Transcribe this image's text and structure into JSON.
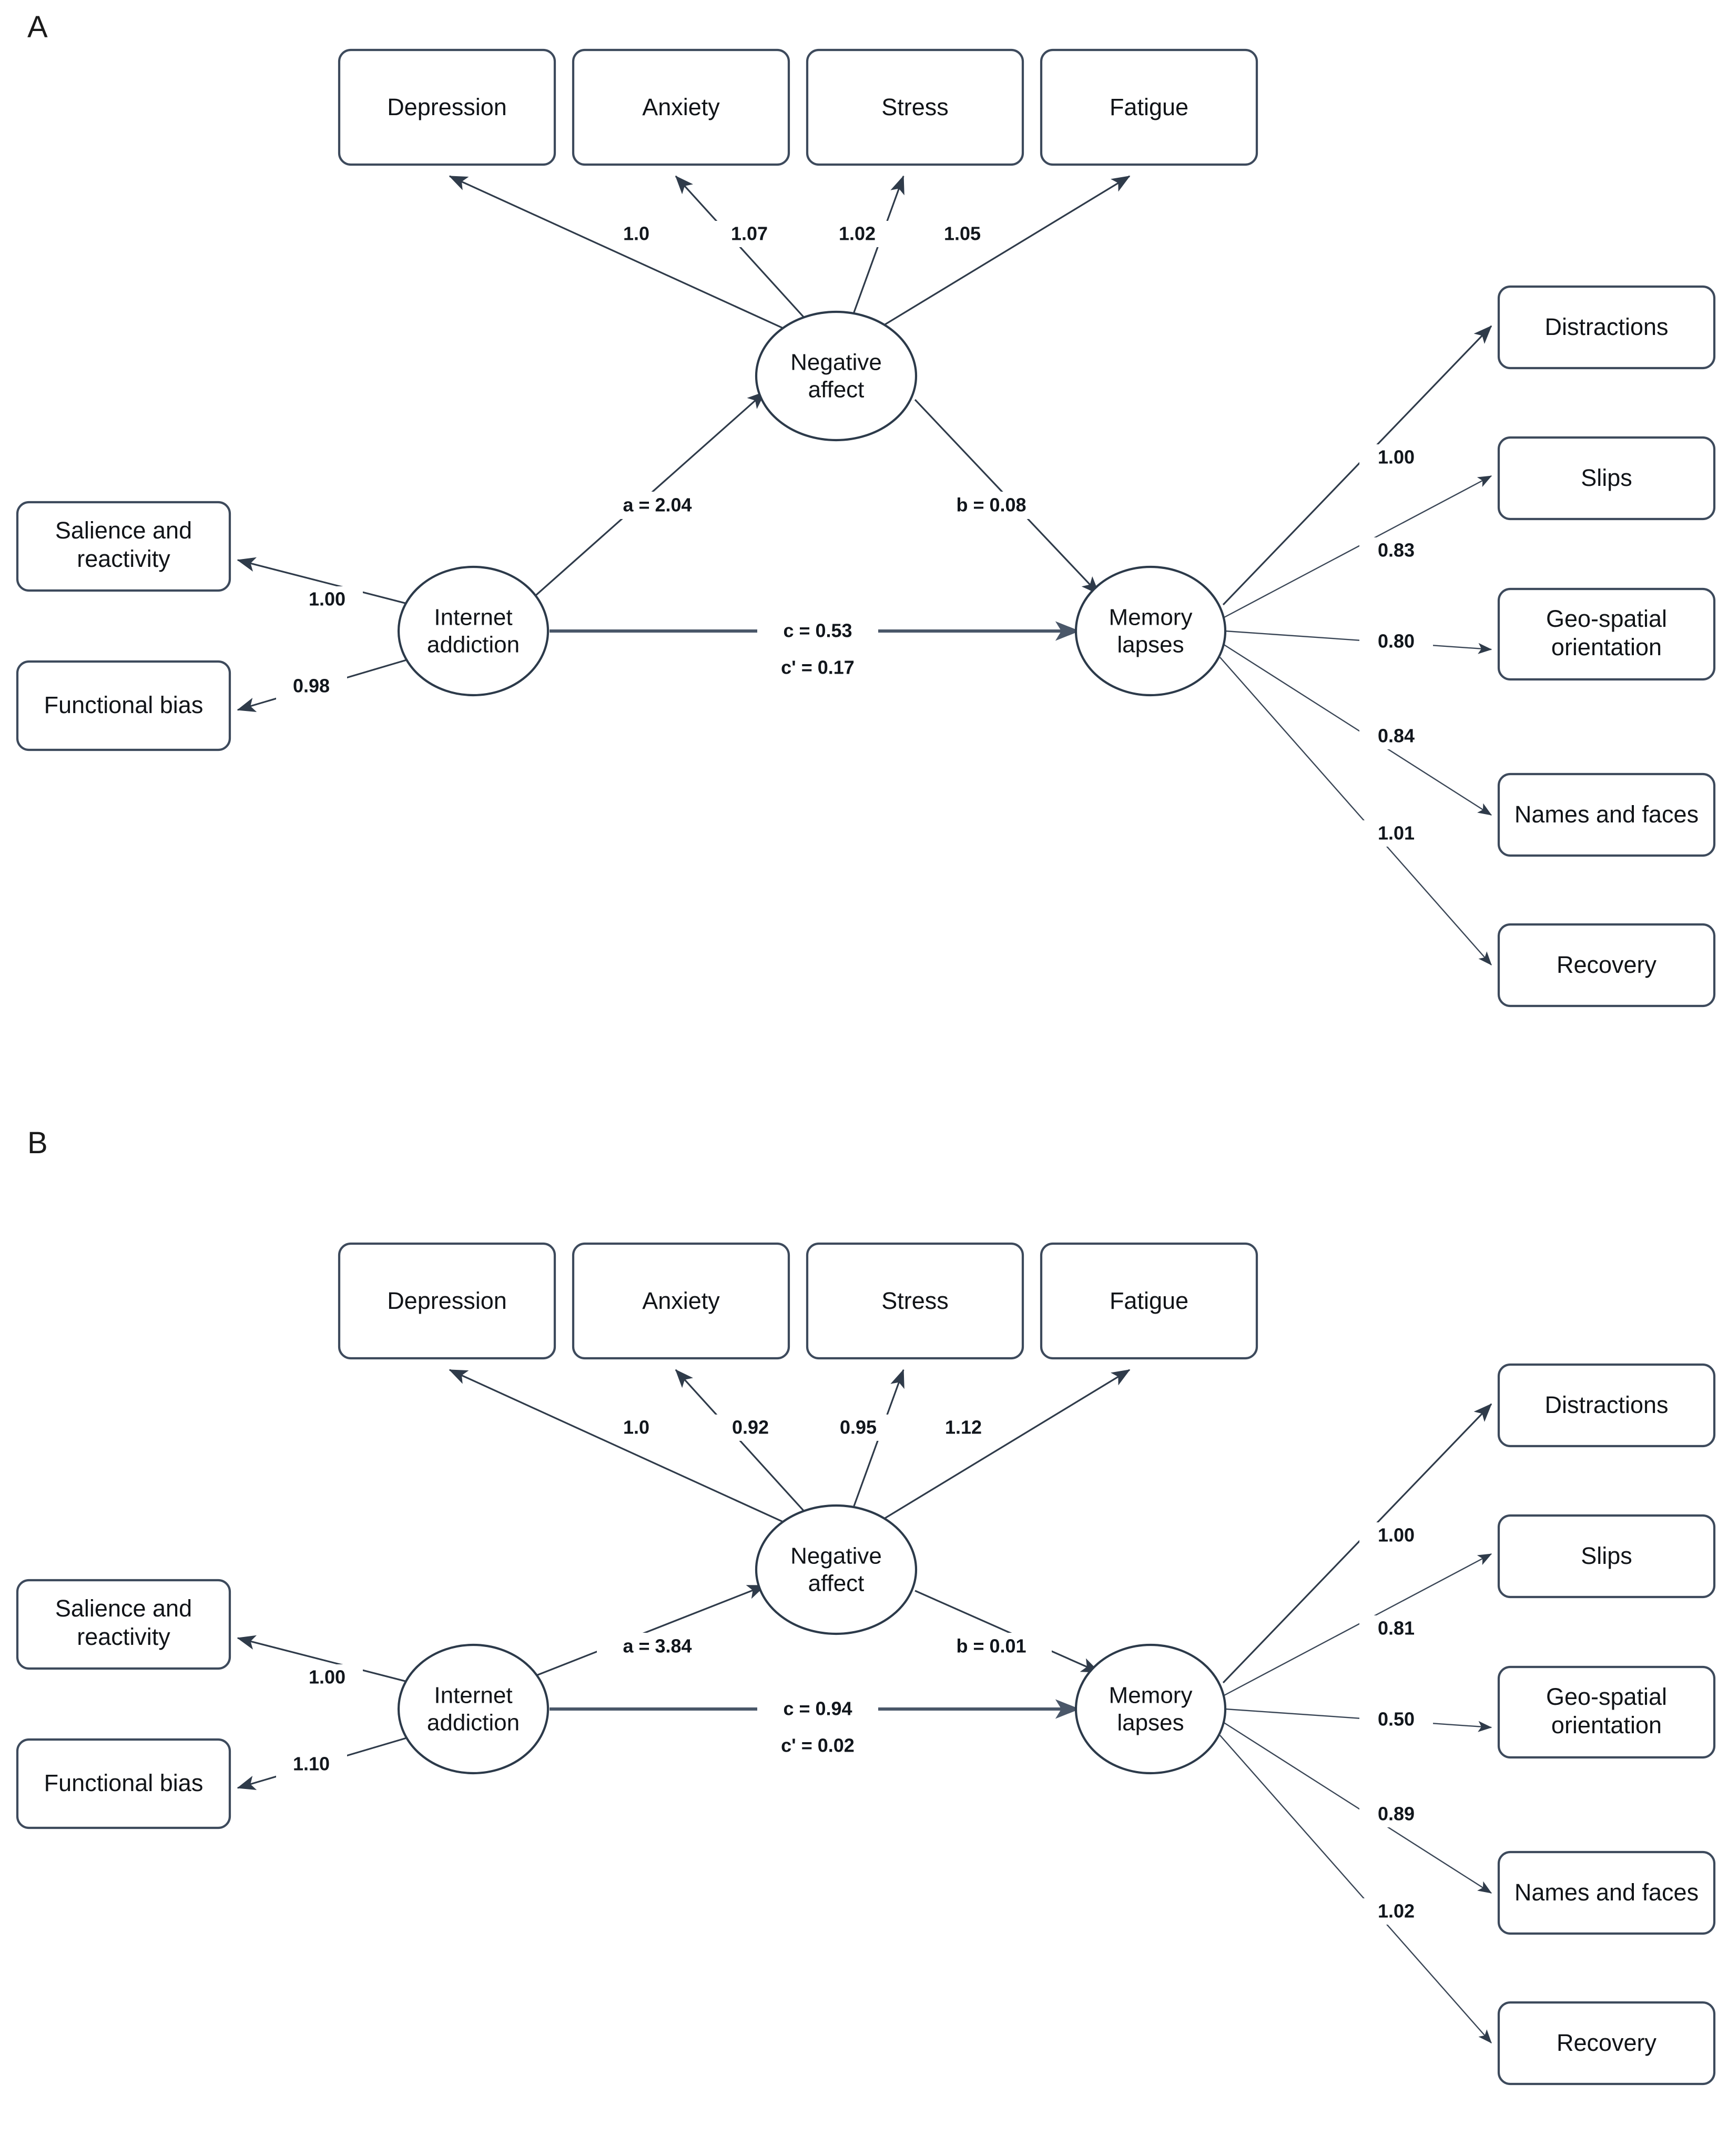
{
  "figure": {
    "type": "structural-equation-mediation-model",
    "panels": [
      {
        "id": "A",
        "label": "A",
        "latents": {
          "predictor": "Internet\naddiction",
          "predictor_line1": "Internet",
          "predictor_line2": "addiction",
          "mediator_line1": "Negative",
          "mediator_line2": "affect",
          "outcome_line1": "Memory",
          "outcome_line2": "lapses"
        },
        "mediator_indicators": [
          {
            "label": "Depression",
            "loading": "1.0"
          },
          {
            "label": "Anxiety",
            "loading": "1.07"
          },
          {
            "label": "Stress",
            "loading": "1.02"
          },
          {
            "label": "Fatigue",
            "loading": "1.05"
          }
        ],
        "predictor_indicators": [
          {
            "label_line1": "Salience and",
            "label_line2": "reactivity",
            "loading": "1.00"
          },
          {
            "label_line1": "Functional bias",
            "label_line2": "",
            "loading": "0.98"
          }
        ],
        "outcome_indicators": [
          {
            "label_line1": "Distractions",
            "label_line2": "",
            "loading": "1.00"
          },
          {
            "label_line1": "Slips",
            "label_line2": "",
            "loading": "0.83"
          },
          {
            "label_line1": "Geo-spatial",
            "label_line2": "orientation",
            "loading": "0.80"
          },
          {
            "label_line1": "Names and faces",
            "label_line2": "",
            "loading": "0.84"
          },
          {
            "label_line1": "Recovery",
            "label_line2": "",
            "loading": "1.01"
          }
        ],
        "paths": {
          "a": "a = 2.04",
          "b": "b = 0.08",
          "c": "c = 0.53",
          "c_prime": "c' = 0.17"
        }
      },
      {
        "id": "B",
        "label": "B",
        "latents": {
          "predictor_line1": "Internet",
          "predictor_line2": "addiction",
          "mediator_line1": "Negative",
          "mediator_line2": "affect",
          "outcome_line1": "Memory",
          "outcome_line2": "lapses"
        },
        "mediator_indicators": [
          {
            "label": "Depression",
            "loading": "1.0"
          },
          {
            "label": "Anxiety",
            "loading": "0.92"
          },
          {
            "label": "Stress",
            "loading": "0.95"
          },
          {
            "label": "Fatigue",
            "loading": "1.12"
          }
        ],
        "predictor_indicators": [
          {
            "label_line1": "Salience and",
            "label_line2": "reactivity",
            "loading": "1.00"
          },
          {
            "label_line1": "Functional bias",
            "label_line2": "",
            "loading": "1.10"
          }
        ],
        "outcome_indicators": [
          {
            "label_line1": "Distractions",
            "label_line2": "",
            "loading": "1.00"
          },
          {
            "label_line1": "Slips",
            "label_line2": "",
            "loading": "0.81"
          },
          {
            "label_line1": "Geo-spatial",
            "label_line2": "orientation",
            "loading": "0.50"
          },
          {
            "label_line1": "Names and faces",
            "label_line2": "",
            "loading": "0.89"
          },
          {
            "label_line1": "Recovery",
            "label_line2": "",
            "loading": "1.02"
          }
        ],
        "paths": {
          "a": "a = 3.84",
          "b": "b = 0.01",
          "c": "c = 0.94",
          "c_prime": "c' = 0.02"
        }
      }
    ],
    "colors": {
      "box_stroke": "#3d4a5c",
      "ellipse_stroke": "#2c3a4a",
      "edge": "#2f3b4a",
      "text": "#111418",
      "background": "#ffffff"
    }
  }
}
